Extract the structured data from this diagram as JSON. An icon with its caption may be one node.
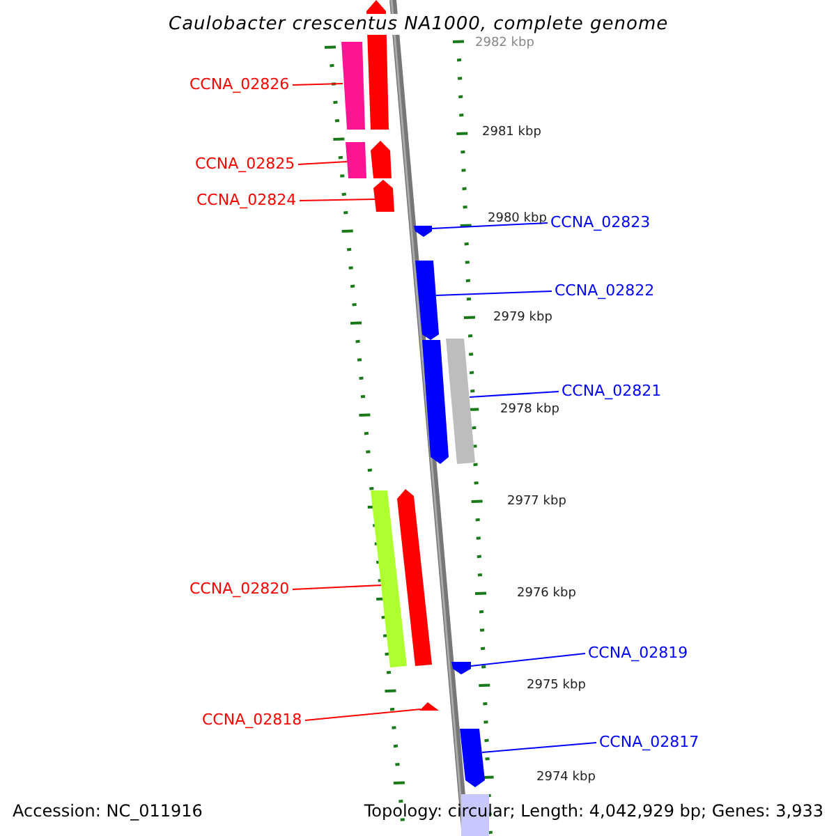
{
  "diagram": {
    "title": "Caulobacter crescentus NA1000, complete genome",
    "nodes": [
      {
        "text": [
          "CCNA_02826"
        ]
      },
      {
        "text": [],
        "shape": "arrow"
      },
      {
        "text": [
          "CCNA_02825"
        ]
      },
      {
        "text": [],
        "shape": "arrow"
      },
      {
        "text": [
          "CCNA_02824"
        ]
      },
      {
        "text": [],
        "shape": "arrow"
      },
      {
        "text": [
          "CCNA_02823"
        ]
      },
      {
        "text": [],
        "shape": "arrow"
      },
      {
        "text": [
          "CCNA_02822"
        ]
      },
      {
        "text": [],
        "shape": "arrow"
      },
      {
        "text": [
          "CCNA_02821"
        ]
      },
      {
        "text": [],
        "shape": "arrow"
      },
      {
        "text": [
          "CCNA_02820"
        ]
      },
      {
        "text": [],
        "shape": "arrow"
      },
      {
        "text": [
          "CCNA_02819"
        ]
      },
      {
        "text": [],
        "shape": "arrow"
      },
      {
        "text": [
          "CCNA_02818"
        ]
      },
      {
        "text": [],
        "shape": "arrow"
      },
      {
        "text": [
          "CCNA_02817"
        ]
      },
      {
        "text": [],
        "shape": "arrow"
      },
      {
        "text": [],
        "shape": "arrow"
      },
      {
        "text": [],
        "shape": "arrow"
      },
      {
        "text": [],
        "shape": "arrow"
      },
      {
        "text": [],
        "shape": "arrow"
      },
      {
        "text": [],
        "shape": "bar"
      }
    ],
    "edges": [
      {
        "from": 0,
        "to": 1,
        "arrow": "none",
        "color": "#ff0000"
      },
      {
        "from": 2,
        "to": 3,
        "arrow": "none",
        "color": "#ff0000"
      },
      {
        "from": 4,
        "to": 5,
        "arrow": "none",
        "color": "#ff0000"
      },
      {
        "from": 6,
        "to": 7,
        "arrow": "none",
        "color": "#0000ff"
      },
      {
        "from": 8,
        "to": 9,
        "arrow": "none",
        "color": "#0000ff"
      },
      {
        "from": 10,
        "to": 11,
        "arrow": "none",
        "color": "#0000ff"
      },
      {
        "from": 12,
        "to": 13,
        "arrow": "none",
        "color": "#ff0000"
      },
      {
        "from": 14,
        "to": 15,
        "arrow": "none",
        "color": "#0000ff"
      },
      {
        "from": 16,
        "to": 17,
        "arrow": "none",
        "color": "#ff0000"
      },
      {
        "from": 18,
        "to": 19,
        "arrow": "none",
        "color": "#0000ff"
      }
    ],
    "labels": [
      "2982 kbp",
      "2981 kbp",
      "2980 kbp",
      "2979 kbp",
      "2978 kbp",
      "2977 kbp",
      "2976 kbp",
      "2975 kbp",
      "2974 kbp",
      "Accession: NC_011916",
      "Topology: circular; Length: 4,042,929 bp; Genes: 3,933"
    ]
  }
}
